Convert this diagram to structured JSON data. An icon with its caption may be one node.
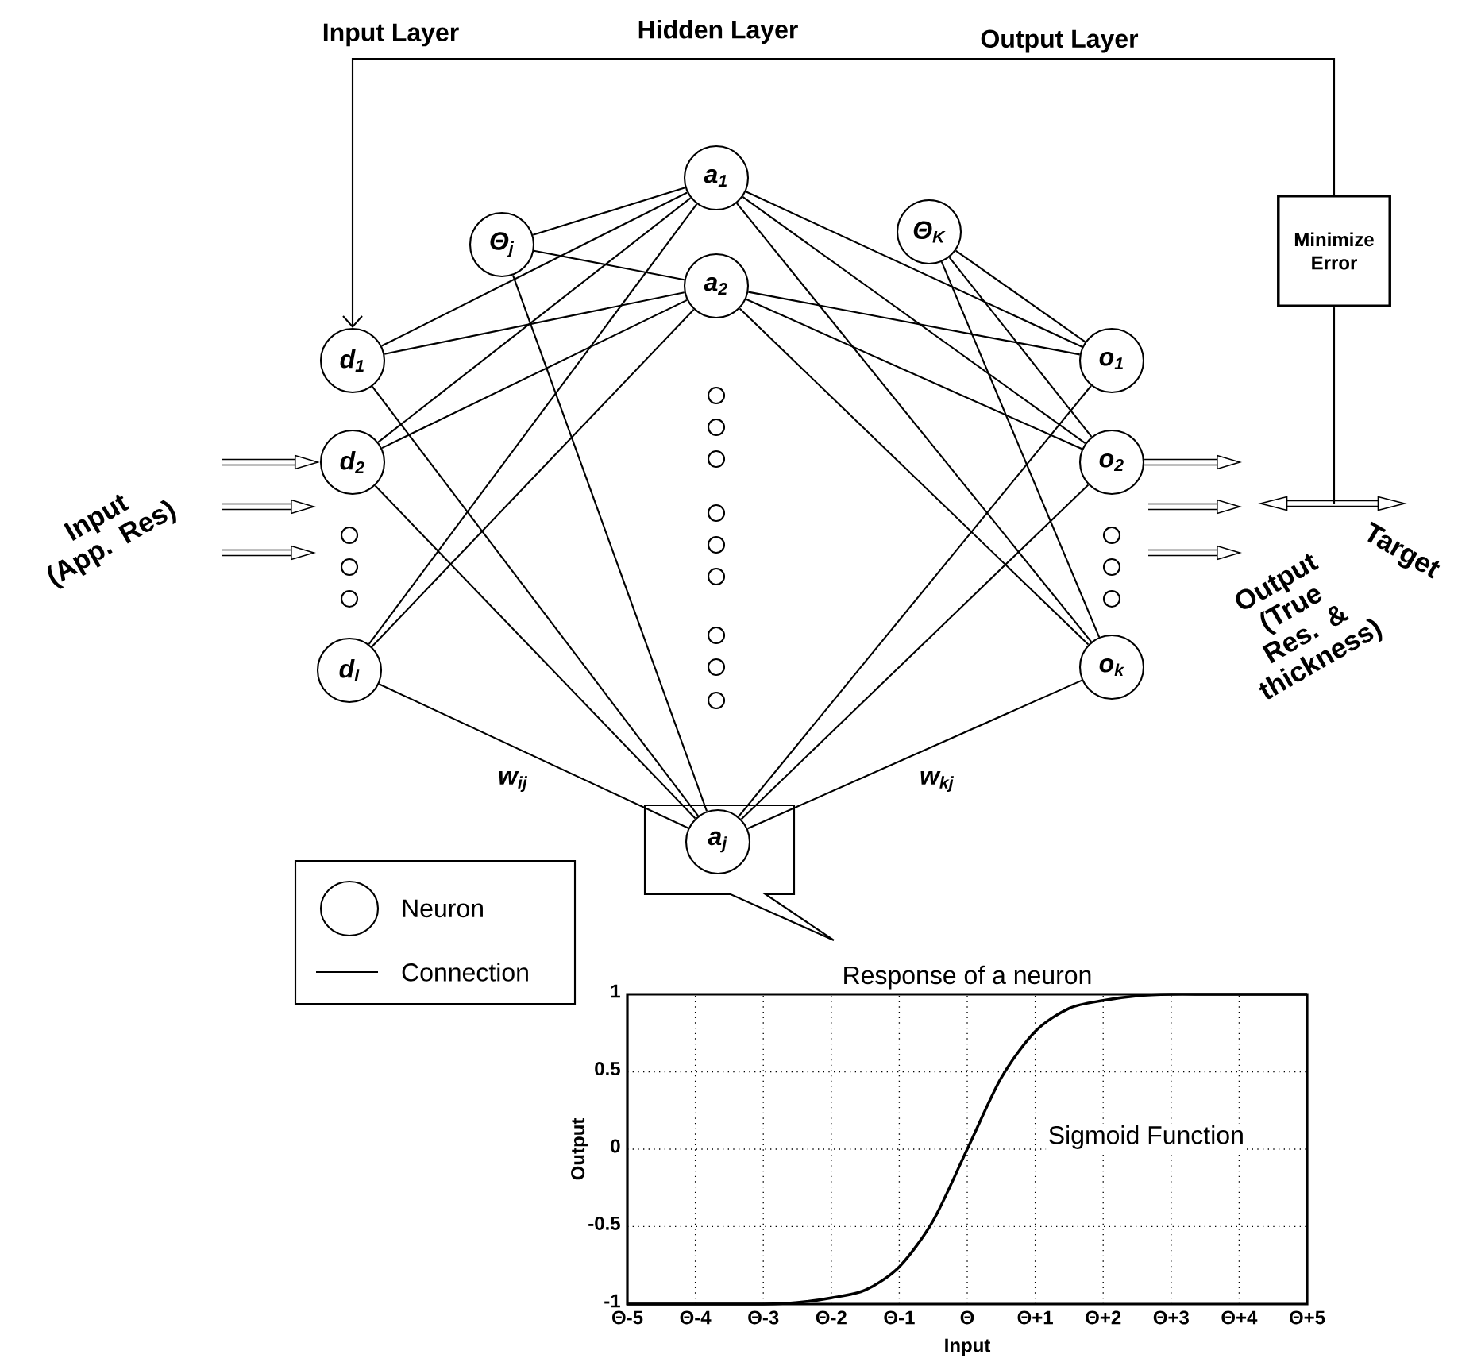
{
  "diagram": {
    "nodes": [
      {
        "text": [
          "d$_{1}$"
        ]
      },
      {
        "text": [
          "d$_{2}$"
        ]
      },
      {
        "text": [
          "d$_{I}$"
        ]
      },
      {
        "text": [
          "Θ$_{j}$"
        ]
      },
      {
        "text": [
          "a$_{1}$"
        ]
      },
      {
        "text": [
          "a$_{2}$"
        ]
      },
      {
        "text": [],
        "shape": "box"
      },
      {
        "text": [
          "a$_{j}$"
        ],
        "in": 6
      },
      {
        "text": [
          "Θ$_{K}$"
        ]
      },
      {
        "text": [
          "o$_{1}$"
        ]
      },
      {
        "text": [
          "o$_{2}$"
        ]
      },
      {
        "text": [
          "o$_{k}$"
        ]
      },
      {
        "text": [
          "Minimize Error"
        ]
      }
    ],
    "edges": [
      {
        "from": 12,
        "to": 0,
        "arrow": "to"
      },
      {
        "from": 12,
        "to": null,
        "arrow": "none"
      },
      {
        "from": null,
        "to": 1,
        "arrow": "to",
        "style": "thick"
      },
      {
        "from": 10,
        "to": null,
        "arrow": "to",
        "style": "thick"
      },
      {
        "from": 0,
        "to": 4,
        "arrow": "none"
      },
      {
        "from": 0,
        "to": 5,
        "arrow": "none"
      },
      {
        "from": 0,
        "to": 7,
        "arrow": "none"
      },
      {
        "from": 1,
        "to": 4,
        "arrow": "none"
      },
      {
        "from": 1,
        "to": 5,
        "arrow": "none"
      },
      {
        "from": 1,
        "to": 7,
        "arrow": "none"
      },
      {
        "from": 2,
        "to": 4,
        "arrow": "none"
      },
      {
        "from": 2,
        "to": 5,
        "arrow": "none"
      },
      {
        "from": 2,
        "to": 7,
        "arrow": "none",
        "label": "w$_{ij}$"
      },
      {
        "from": 3,
        "to": 4,
        "arrow": "none"
      },
      {
        "from": 3,
        "to": 5,
        "arrow": "none"
      },
      {
        "from": 3,
        "to": 7,
        "arrow": "none"
      },
      {
        "from": 4,
        "to": 9,
        "arrow": "none"
      },
      {
        "from": 4,
        "to": 10,
        "arrow": "none"
      },
      {
        "from": 4,
        "to": 11,
        "arrow": "none"
      },
      {
        "from": 5,
        "to": 9,
        "arrow": "none"
      },
      {
        "from": 5,
        "to": 10,
        "arrow": "none"
      },
      {
        "from": 5,
        "to": 11,
        "arrow": "none"
      },
      {
        "from": 7,
        "to": 9,
        "arrow": "none"
      },
      {
        "from": 7,
        "to": 10,
        "arrow": "none"
      },
      {
        "from": 7,
        "to": 11,
        "arrow": "none",
        "label": "w$_{kj}$"
      },
      {
        "from": 8,
        "to": 9,
        "arrow": "none"
      },
      {
        "from": 8,
        "to": 10,
        "arrow": "none"
      },
      {
        "from": 8,
        "to": 11,
        "arrow": "none"
      }
    ],
    "labels": [
      "Input Layer",
      "Hidden Layer",
      "Output Layer",
      "Input (App. Res)",
      "Output (True Res. & thickness)",
      "Target"
    ],
    "legend": [
      {
        "text": "Neuron"
      },
      {
        "text": "Connection"
      }
    ],
    "chart_data": {
      "type": "line",
      "title": "Response of a neuron",
      "xlabel": "Input",
      "ylabel": "Output",
      "categories": [
        "Θ-5",
        null,
        "Θ-4",
        null,
        "Θ-3",
        null,
        "Θ-2",
        null,
        "Θ-1",
        null,
        "Θ",
        null,
        "Θ+1",
        null,
        "Θ+2",
        null,
        "Θ+3",
        null,
        "Θ+4",
        null,
        "Θ+5"
      ],
      "series": [
        {
          "color": "#000000",
          "values": [
            -1,
            -1,
            -1,
            -1,
            -1,
            -0.99,
            -0.96,
            -0.91,
            -0.76,
            -0.46,
            0,
            0.46,
            0.76,
            0.91,
            0.96,
            0.99,
            1,
            1,
            1,
            1,
            1
          ]
        }
      ],
      "ylim": [
        -1,
        1
      ],
      "grid": true,
      "yticks": [
        -1,
        -0.5,
        0,
        0.5,
        1
      ],
      "annotations": [
        "Sigmoid Function"
      ]
    }
  }
}
